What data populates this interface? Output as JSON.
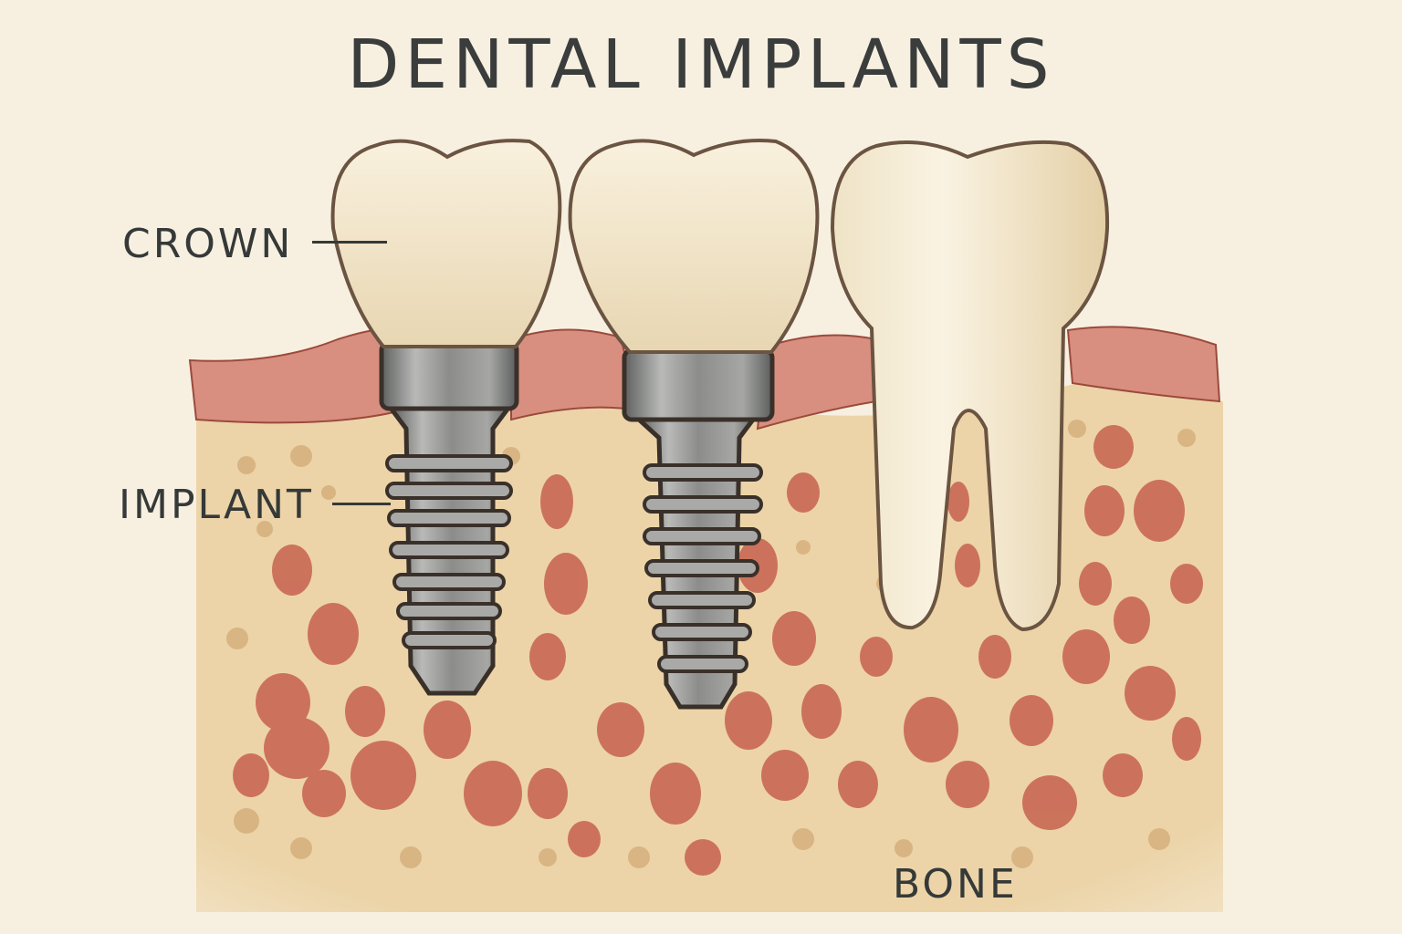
{
  "diagram": {
    "title": "DENTAL IMPLANTS",
    "labels": [
      {
        "id": "crown",
        "text": "CROWN",
        "points_to": "implant crown (first tooth)"
      },
      {
        "id": "implant",
        "text": "IMPLANT",
        "points_to": "threaded titanium implant screw"
      },
      {
        "id": "bone",
        "text": "BONE",
        "points_to": "jaw bone (cancellous)"
      }
    ],
    "elements": [
      {
        "id": "implant-tooth-1",
        "type": "crown + abutment + implant screw"
      },
      {
        "id": "implant-tooth-2",
        "type": "crown + abutment + implant screw"
      },
      {
        "id": "natural-tooth",
        "type": "natural molar with two roots"
      },
      {
        "id": "gum",
        "type": "gingiva layer"
      },
      {
        "id": "bone",
        "type": "porous bone tissue"
      }
    ],
    "colors": {
      "background": "#f7f0e1",
      "text": "#3a3d3c",
      "crown": "#f2e6cc",
      "outline": "#6b5441",
      "gum": "#d98f80",
      "bone": "#ecd4a8",
      "marrow": "#c7624f",
      "metal": "#8a8b8a"
    }
  }
}
